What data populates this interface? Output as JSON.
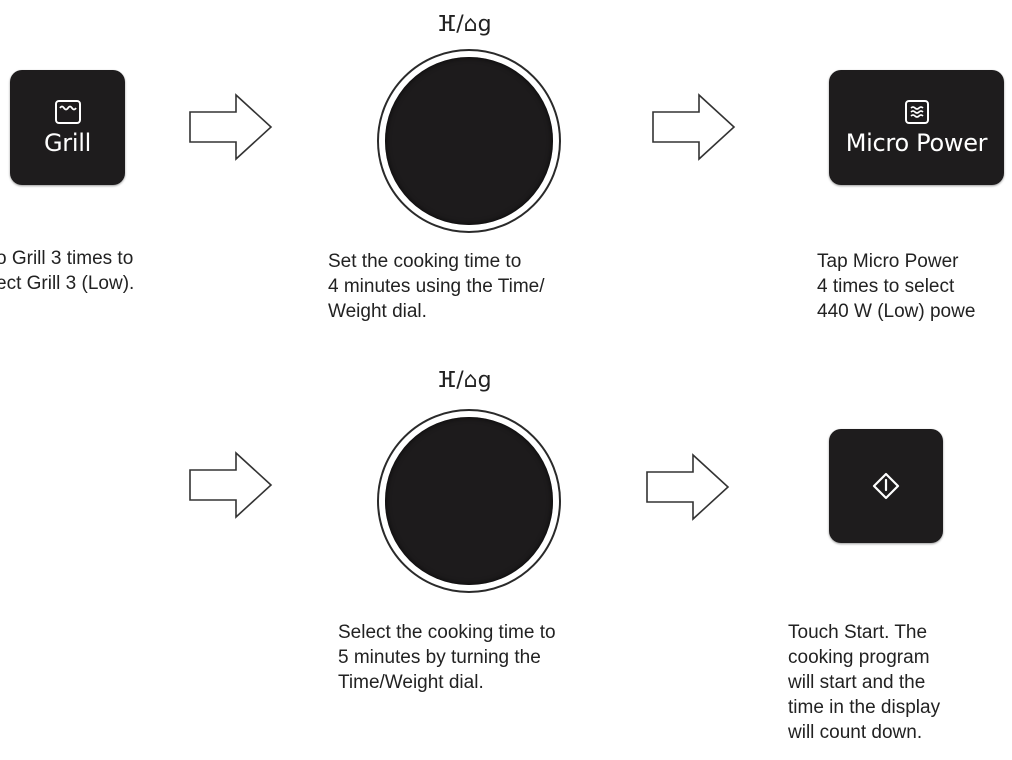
{
  "row1": {
    "grill_button": {
      "label": "Grill",
      "icon": "grill-icon"
    },
    "grill_caption": "o Grill 3 times to\nect Grill 3 (Low).",
    "dial_symbol": "ⴼ/⌂g",
    "dial_caption": "Set the cooking time to\n4 minutes using the Time/\nWeight dial.",
    "micro_button": {
      "label": "Micro Power",
      "icon": "microwave-icon"
    },
    "micro_caption": "Tap Micro Power\n4 times to select\n440 W (Low) powe"
  },
  "row2": {
    "dial_symbol": "ⴼ/⌂g",
    "dial_caption": "Select the cooking time to\n5 minutes by turning the\nTime/Weight dial.",
    "start_button": {
      "icon": "start-icon"
    },
    "start_caption": "Touch Start. The\ncooking program\nwill start and the\ntime in the display\nwill count down."
  },
  "colors": {
    "key_background": "#1e1c1d",
    "dial_background": "#1d1b1c"
  }
}
